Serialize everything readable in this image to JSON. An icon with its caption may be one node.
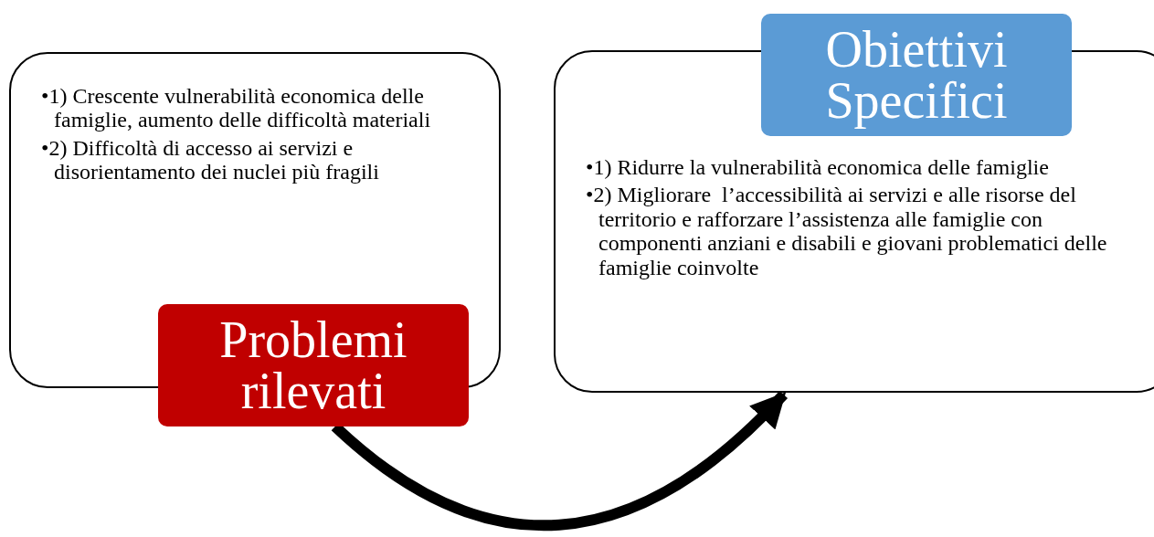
{
  "diagram": {
    "nodes": [
      {
        "text": [
          "•1) Crescente vulnerabilità economica delle famiglie, aumento delle difficoltà materiali",
          "•2) Difficoltà di accesso ai servizi e disorientamento dei nuclei più fragili"
        ]
      },
      {
        "text": [
          "Problemi rilevati"
        ]
      },
      {
        "text": [
          "•1) Ridurre la vulnerabilità economica delle famiglie",
          "•2) Migliorare  l’accessibilità ai servizi e alle risorse del territorio e rafforzare l’assistenza alle famiglie con componenti anziani e disabili e giovani problematici delle famiglie coinvolte"
        ]
      },
      {
        "text": [
          "Obiettivi Specifici"
        ]
      }
    ],
    "edges": [
      {
        "from": 1,
        "to": 2,
        "arrow": "to"
      }
    ]
  }
}
